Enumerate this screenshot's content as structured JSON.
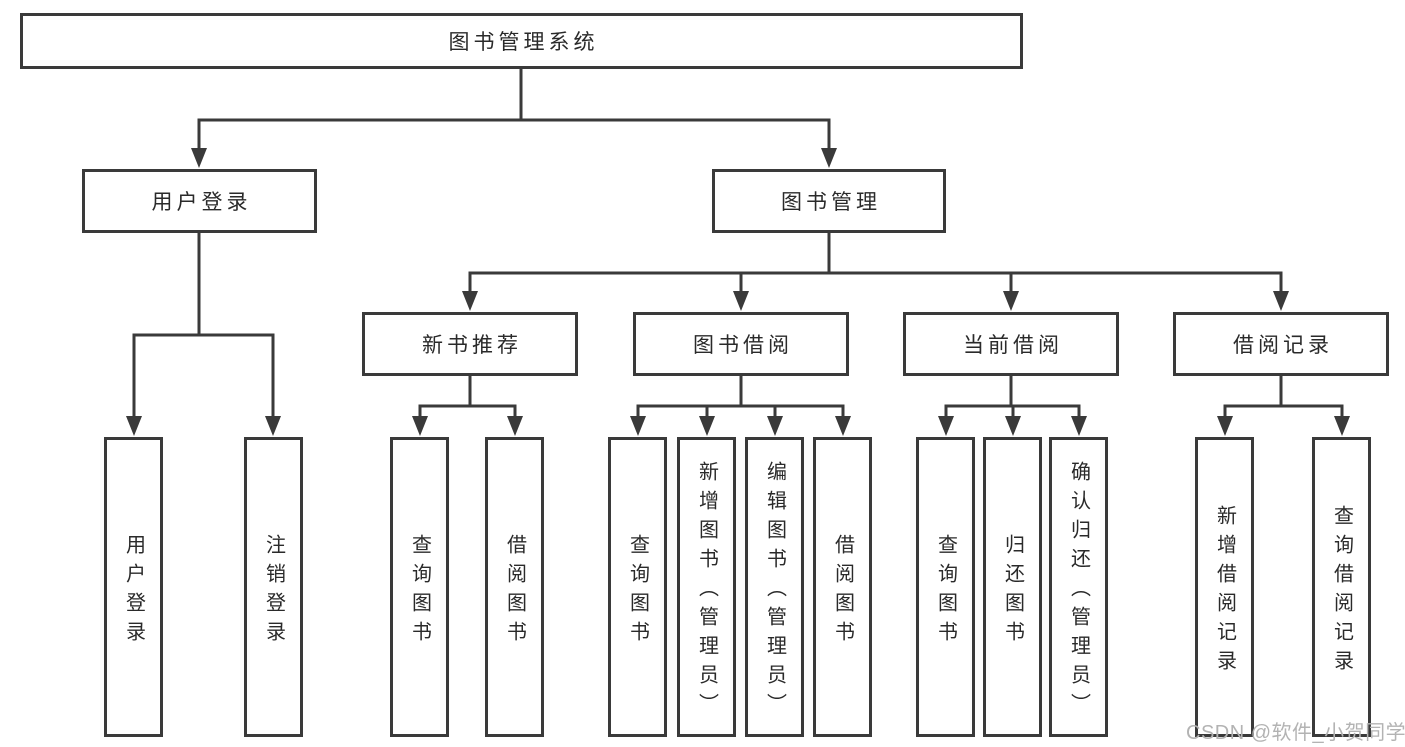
{
  "tree": {
    "root": {
      "label": "图书管理系统",
      "children": [
        {
          "label": "用户登录",
          "children": [
            {
              "label": "用户登录"
            },
            {
              "label": "注销登录"
            }
          ]
        },
        {
          "label": "图书管理",
          "children": [
            {
              "label": "新书推荐",
              "children": [
                {
                  "label": "查询图书"
                },
                {
                  "label": "借阅图书"
                }
              ]
            },
            {
              "label": "图书借阅",
              "children": [
                {
                  "label": "查询图书"
                },
                {
                  "label": "新增图书（管理员）"
                },
                {
                  "label": "编辑图书（管理员）"
                },
                {
                  "label": "借阅图书"
                }
              ]
            },
            {
              "label": "当前借阅",
              "children": [
                {
                  "label": "查询图书"
                },
                {
                  "label": "归还图书"
                },
                {
                  "label": "确认归还（管理员）"
                }
              ]
            },
            {
              "label": "借阅记录",
              "children": [
                {
                  "label": "新增借阅记录"
                },
                {
                  "label": "查询借阅记录"
                }
              ]
            }
          ]
        }
      ]
    }
  },
  "watermark": {
    "text": "CSDN @软件_小贺同学",
    "color": "#b3b3b3"
  },
  "colors": {
    "line": "#3a3a3a",
    "box_border": "#3a3a3a",
    "text": "#2a2a2a",
    "background": "#ffffff"
  }
}
